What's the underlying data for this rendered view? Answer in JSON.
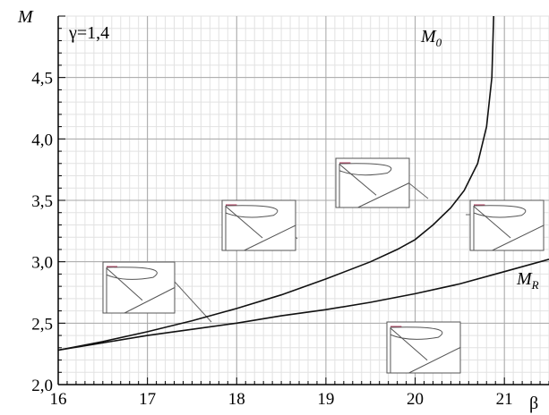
{
  "chart_data": {
    "type": "line",
    "title": "",
    "xlabel": "β",
    "ylabel": "M",
    "xlim": [
      16,
      21.5
    ],
    "ylim": [
      2.0,
      5.0
    ],
    "x_ticks": [
      "16",
      "17",
      "18",
      "19",
      "20",
      "21"
    ],
    "y_ticks": [
      "2,0",
      "2,5",
      "3,0",
      "3,5",
      "4,0",
      "4,5"
    ],
    "y_tick_values": [
      2.0,
      2.5,
      3.0,
      3.5,
      4.0,
      4.5
    ],
    "x_tick_values": [
      16,
      17,
      18,
      19,
      20,
      21
    ],
    "grid": true,
    "annotation": "γ=1,4",
    "series": [
      {
        "name": "M0",
        "label_main": "M",
        "label_sub": "0",
        "points": [
          [
            16.0,
            2.28
          ],
          [
            16.5,
            2.35
          ],
          [
            17.0,
            2.43
          ],
          [
            17.5,
            2.52
          ],
          [
            18.0,
            2.62
          ],
          [
            18.5,
            2.73
          ],
          [
            19.0,
            2.86
          ],
          [
            19.5,
            3.0
          ],
          [
            19.8,
            3.1
          ],
          [
            20.0,
            3.18
          ],
          [
            20.2,
            3.3
          ],
          [
            20.4,
            3.44
          ],
          [
            20.55,
            3.58
          ],
          [
            20.7,
            3.8
          ],
          [
            20.8,
            4.1
          ],
          [
            20.86,
            4.5
          ],
          [
            20.88,
            5.0
          ]
        ]
      },
      {
        "name": "MR",
        "label_main": "M",
        "label_sub": "R",
        "points": [
          [
            16.0,
            2.28
          ],
          [
            16.5,
            2.34
          ],
          [
            17.0,
            2.4
          ],
          [
            17.5,
            2.45
          ],
          [
            18.0,
            2.5
          ],
          [
            18.5,
            2.56
          ],
          [
            19.0,
            2.61
          ],
          [
            19.5,
            2.67
          ],
          [
            20.0,
            2.74
          ],
          [
            20.5,
            2.82
          ],
          [
            21.0,
            2.92
          ],
          [
            21.5,
            3.02
          ]
        ]
      }
    ]
  }
}
